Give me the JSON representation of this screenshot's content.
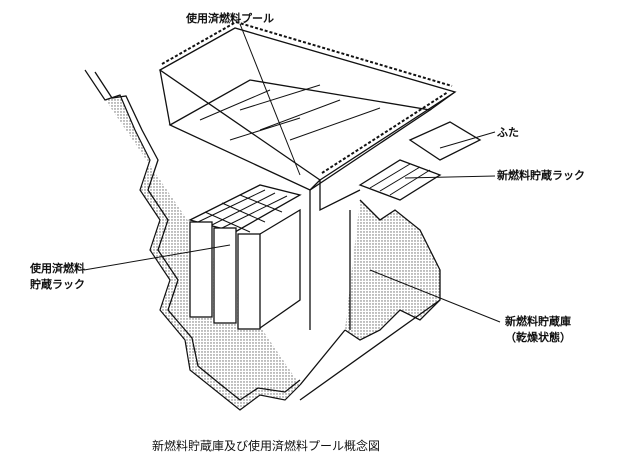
{
  "labels": {
    "spent_fuel_pool": "使用済燃料プール",
    "lid": "ふた",
    "new_fuel_rack": "新燃料貯蔵ラック",
    "spent_fuel_rack_line1": "使用済燃料",
    "spent_fuel_rack_line2": "貯蔵ラック",
    "new_fuel_storage_line1": "新燃料貯蔵庫",
    "new_fuel_storage_line2": "（乾燥状態）"
  },
  "caption": "新燃料貯蔵庫及び使用済燃料プール概念図",
  "colors": {
    "line": "#111111",
    "background": "#ffffff",
    "hatch": "#888888"
  }
}
